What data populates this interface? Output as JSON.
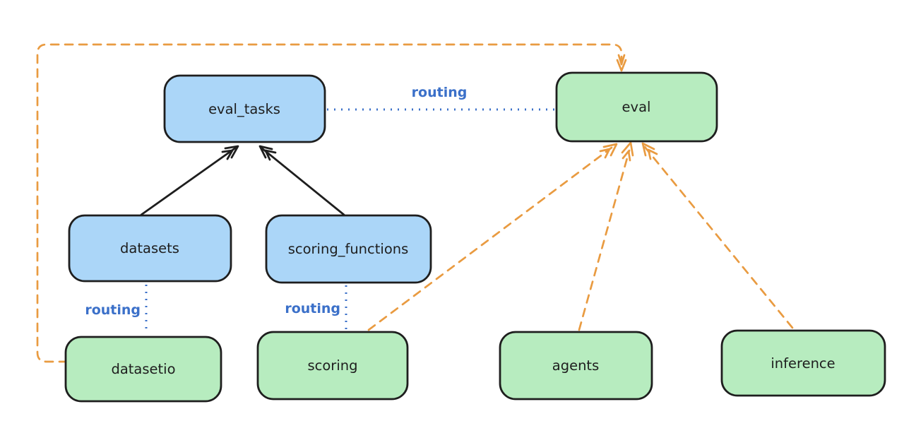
{
  "diagram": {
    "colors": {
      "background": "#ffffff",
      "node_blue_fill": "#abd6f8",
      "node_green_fill": "#b7ecbf",
      "stroke": "#1e1e1e",
      "routing_blue": "#3b70c9",
      "orange": "#e99b41"
    },
    "nodes": [
      {
        "id": "eval_tasks",
        "label": "eval_tasks",
        "fill": "blue"
      },
      {
        "id": "eval",
        "label": "eval",
        "fill": "green"
      },
      {
        "id": "datasets",
        "label": "datasets",
        "fill": "blue"
      },
      {
        "id": "scoring_functions",
        "label": "scoring_functions",
        "fill": "blue"
      },
      {
        "id": "datasetio",
        "label": "datasetio",
        "fill": "green"
      },
      {
        "id": "scoring",
        "label": "scoring",
        "fill": "green"
      },
      {
        "id": "agents",
        "label": "agents",
        "fill": "green"
      },
      {
        "id": "inference",
        "label": "inference",
        "fill": "green"
      }
    ],
    "edges": [
      {
        "from": "datasets",
        "to": "eval_tasks",
        "style": "solid",
        "color": "black"
      },
      {
        "from": "scoring_functions",
        "to": "eval_tasks",
        "style": "solid",
        "color": "black"
      },
      {
        "from": "eval_tasks",
        "to": "eval",
        "style": "dotted",
        "color": "blue",
        "label": "routing"
      },
      {
        "from": "datasets",
        "to": "datasetio",
        "style": "dotted",
        "color": "blue",
        "label": "routing"
      },
      {
        "from": "scoring_functions",
        "to": "scoring",
        "style": "dotted",
        "color": "blue",
        "label": "routing"
      },
      {
        "from": "scoring",
        "to": "eval",
        "style": "dashed",
        "color": "orange"
      },
      {
        "from": "agents",
        "to": "eval",
        "style": "dashed",
        "color": "orange"
      },
      {
        "from": "inference",
        "to": "eval",
        "style": "dashed",
        "color": "orange"
      },
      {
        "from": "datasetio",
        "to": "eval",
        "style": "dashed",
        "color": "orange",
        "route": "around-left-top"
      }
    ]
  }
}
